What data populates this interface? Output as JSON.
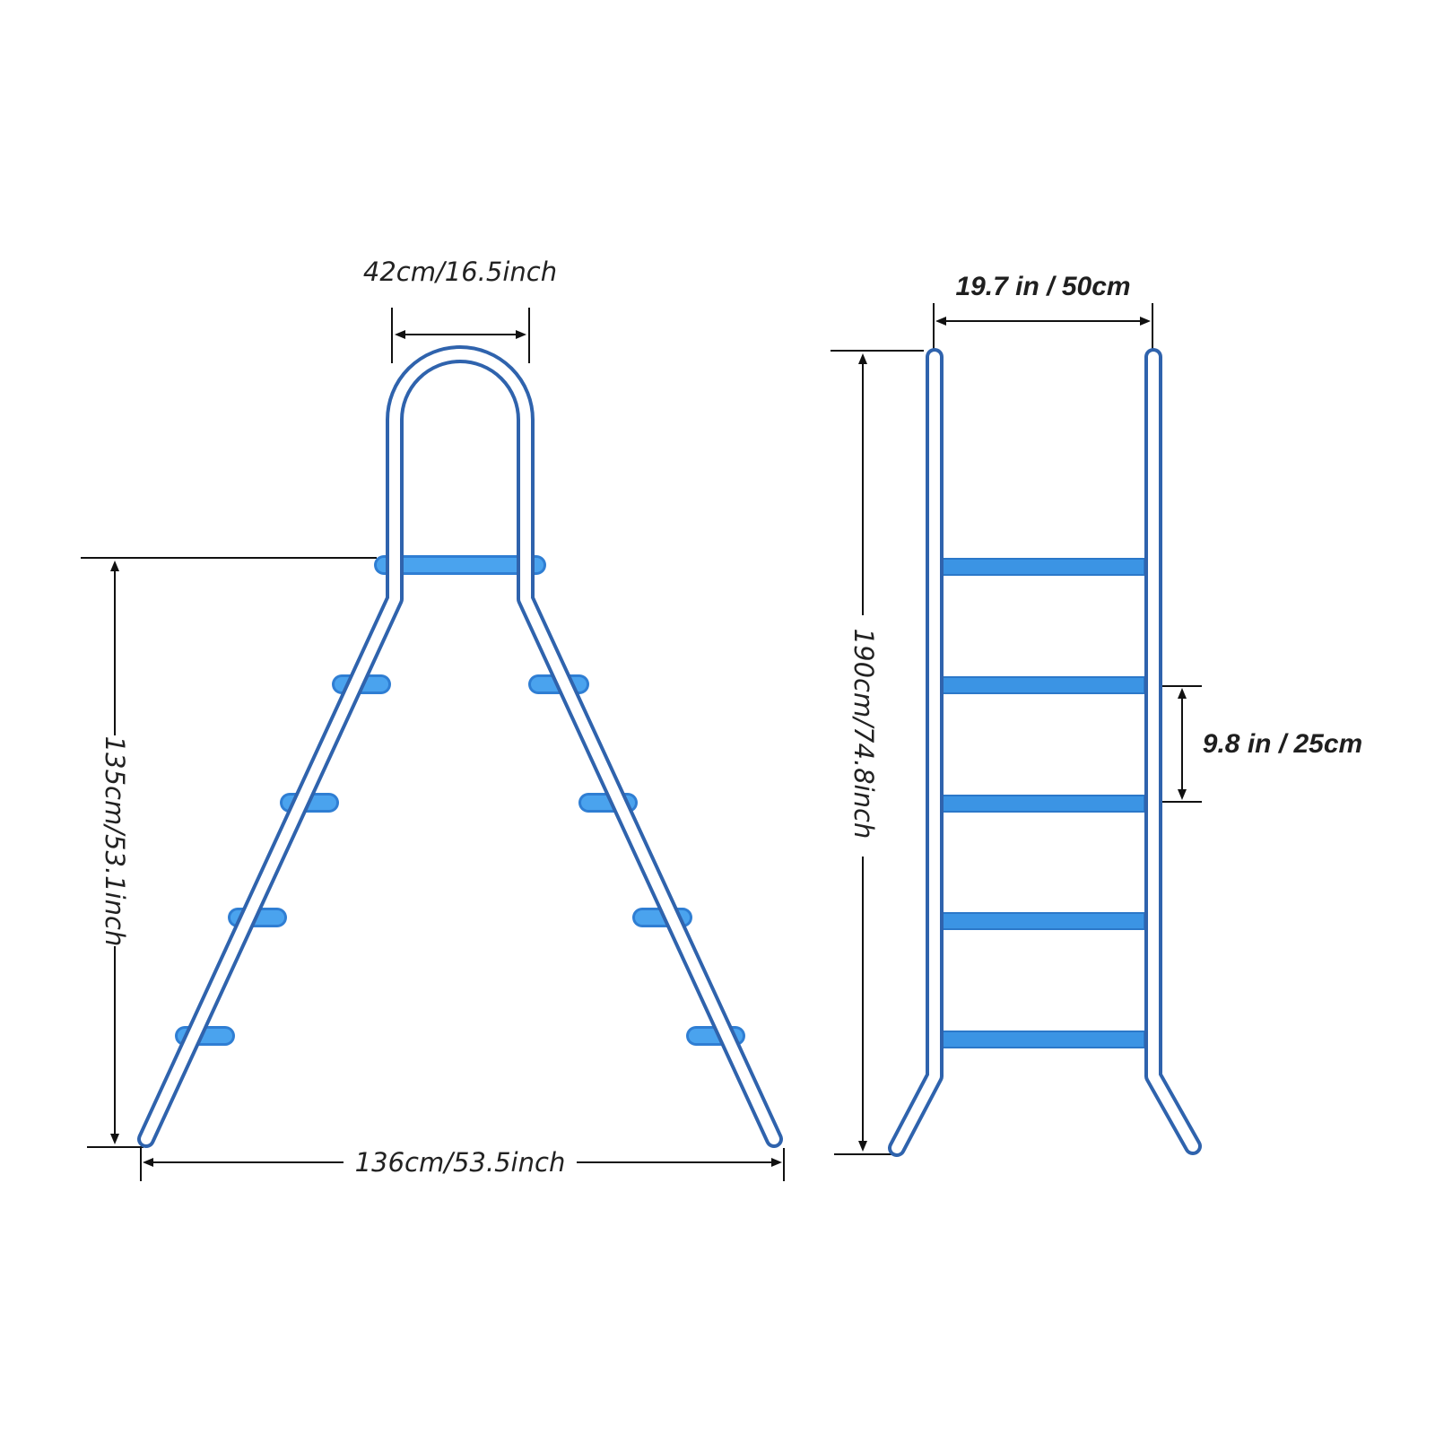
{
  "a_frame_ladder": {
    "top_width_label": "42cm/16.5inch",
    "height_label": "135cm/53.1inch",
    "base_width_label": "136cm/53.5inch",
    "steps_per_side": 4
  },
  "straight_ladder": {
    "width_label": "19.7 in / 50cm",
    "height_label": "190cm/74.8inch",
    "rung_spacing_label": "9.8 in / 25cm",
    "rung_count": 5
  },
  "colors": {
    "rail_outline": "#2f63ad",
    "step_fill": "#4aa3ee",
    "dimension_line": "#111111"
  }
}
